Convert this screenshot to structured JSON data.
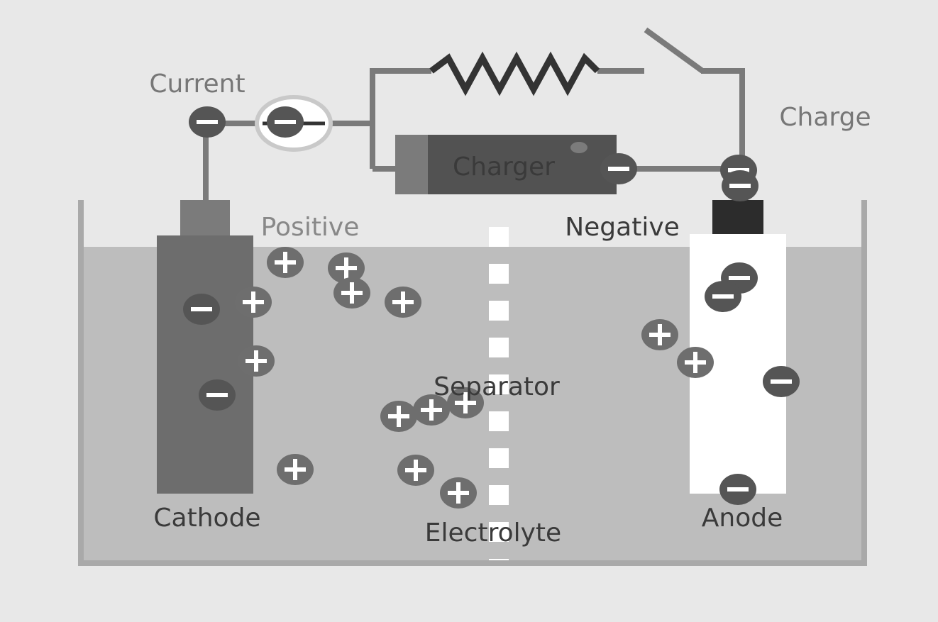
{
  "labels": {
    "current": "Current",
    "charge": "Charge",
    "charger": "Charger",
    "positive": "Positive",
    "negative": "Negative",
    "separator": "Separator",
    "cathode": "Cathode",
    "anode": "Anode",
    "electrolyte": "Electrolyte"
  },
  "symbols": {
    "positive": "+",
    "negative": "−"
  },
  "colors": {
    "background": "#e8e8e8",
    "electrolyte": "#bdbdbd",
    "container": "#a9a9a9",
    "cathode": "#6d6d6d",
    "anode": "#ffffff",
    "wire": "#7a7a7a",
    "ion_positive": "#6e6e6e",
    "electron": "#555555"
  }
}
